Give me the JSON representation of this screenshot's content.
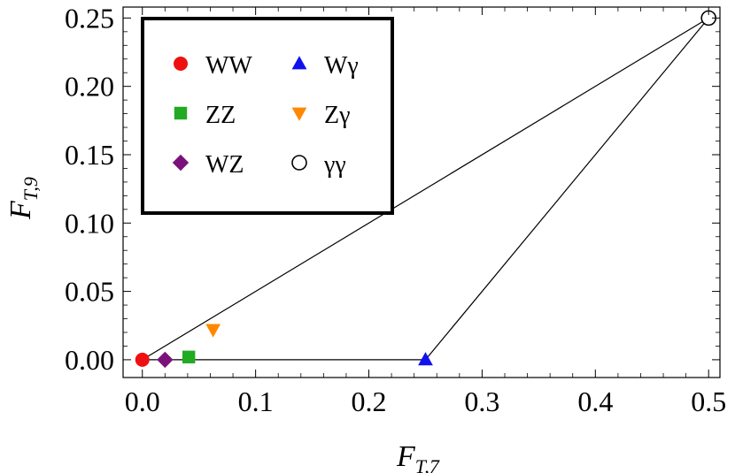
{
  "chart_data": {
    "type": "scatter",
    "title": "",
    "xlabel": {
      "main": "F",
      "sub": "T,7"
    },
    "ylabel": {
      "main": "F",
      "sub": "T,9"
    },
    "xlim": [
      -0.017,
      0.51
    ],
    "ylim": [
      -0.013,
      0.258
    ],
    "xticks": [
      0.0,
      0.1,
      0.2,
      0.3,
      0.4,
      0.5
    ],
    "xtick_labels": [
      "0.0",
      "0.1",
      "0.2",
      "0.3",
      "0.4",
      "0.5"
    ],
    "yticks": [
      0.0,
      0.05,
      0.1,
      0.15,
      0.2,
      0.25
    ],
    "ytick_labels": [
      "0.00",
      "0.05",
      "0.10",
      "0.15",
      "0.20",
      "0.25"
    ],
    "grid": false,
    "legend_position": "top-left",
    "series": [
      {
        "name": "WW",
        "x": 0.0,
        "y": 0.0,
        "marker": "circle",
        "color": "#ee1111"
      },
      {
        "name": "ZZ",
        "x": 0.041,
        "y": 0.002,
        "marker": "square",
        "color": "#22aa22"
      },
      {
        "name": "WZ",
        "x": 0.02,
        "y": 0.0,
        "marker": "diamond",
        "color": "#7b127b"
      },
      {
        "name": "Wγ",
        "x": 0.25,
        "y": 0.0,
        "marker": "triangle-up",
        "color": "#1111ee"
      },
      {
        "name": "Zγ",
        "x": 0.0625,
        "y": 0.022,
        "marker": "triangle-down",
        "color": "#ff8800"
      },
      {
        "name": "γγ",
        "x": 0.5,
        "y": 0.25,
        "marker": "open-circle",
        "color": "#000000"
      }
    ],
    "boundary": [
      {
        "x": 0.0,
        "y": 0.0
      },
      {
        "x": 0.5,
        "y": 0.25
      },
      {
        "x": 0.25,
        "y": 0.0
      },
      {
        "x": 0.0,
        "y": 0.0
      }
    ]
  }
}
